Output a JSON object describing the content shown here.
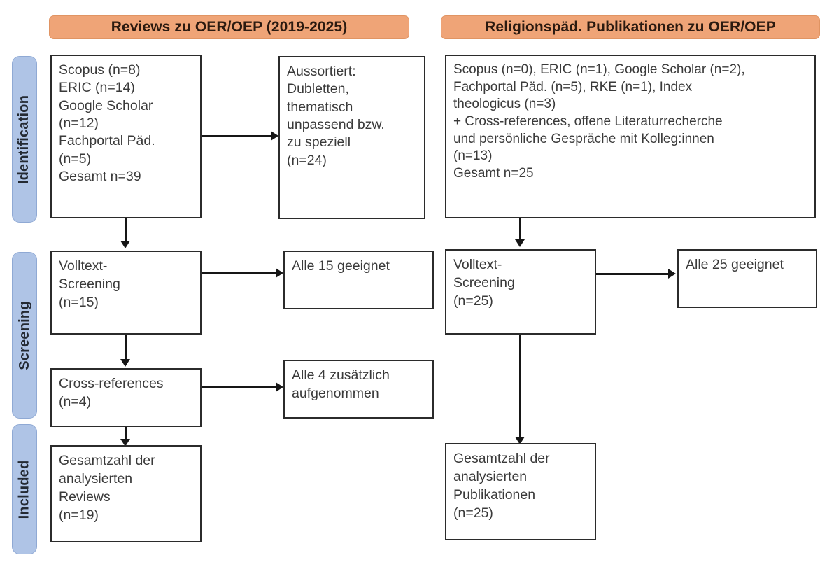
{
  "figure": {
    "type": "prisma-flow-diagram",
    "language": "de"
  },
  "stages": [
    {
      "id": "identification",
      "label": "Identification"
    },
    {
      "id": "screening",
      "label": "Screening"
    },
    {
      "id": "included",
      "label": "Included"
    }
  ],
  "columns": [
    {
      "id": "reviews",
      "header": "Reviews zu OER/OEP (2019-2025)",
      "boxes": {
        "identification_sources": "Scopus (n=8)\nERIC (n=14)\nGoogle Scholar\n(n=12)\nFachportal Päd.\n(n=5)\nGesamt n=39",
        "excluded": "Aussortiert:\nDubletten,\nthematisch\nunpassend bzw.\nzu speziell\n(n=24)",
        "fulltext_screening": "Volltext-\nScreening\n(n=15)",
        "fulltext_result": "Alle 15 geeignet",
        "cross_references": "Cross-references\n(n=4)",
        "cross_references_result": "Alle 4 zusätzlich\naufgenommen",
        "included_total": "Gesamtzahl der\nanalysierten\nReviews\n(n=19)"
      }
    },
    {
      "id": "publications",
      "header": "Religionspäd. Publikationen zu OER/OEP",
      "boxes": {
        "identification_sources": "Scopus (n=0), ERIC (n=1), Google Scholar (n=2),\nFachportal Päd. (n=5), RKE (n=1), Index\ntheologicus (n=3)\n+ Cross-references, offene Literaturrecherche\nund persönliche Gespräche mit Kolleg:innen\n(n=13)\nGesamt n=25",
        "fulltext_screening": "Volltext-\nScreening\n(n=25)",
        "fulltext_result": "Alle 25 geeignet",
        "included_total": "Gesamtzahl der\nanalysierten\nPublikationen\n(n=25)"
      }
    }
  ],
  "colors": {
    "header_fill": "#EFA477",
    "stage_fill": "#AFC4E6",
    "box_border": "#2B2B2B",
    "connector": "#161616",
    "text": "#3A3A3A",
    "background": "#FFFFFF"
  },
  "counts": {
    "reviews_scopus": 8,
    "reviews_eric": 14,
    "reviews_google_scholar": 12,
    "reviews_fachportal": 5,
    "reviews_total_identified": 39,
    "reviews_excluded": 24,
    "reviews_fulltext_screened": 15,
    "reviews_fulltext_eligible": 15,
    "reviews_cross_references": 4,
    "reviews_cross_references_added": 4,
    "reviews_included": 19,
    "pub_scopus": 0,
    "pub_eric": 1,
    "pub_google_scholar": 2,
    "pub_fachportal": 5,
    "pub_rke": 1,
    "pub_index_theologicus": 3,
    "pub_other_sources": 13,
    "pub_total_identified": 25,
    "pub_fulltext_screened": 25,
    "pub_fulltext_eligible": 25,
    "pub_included": 25
  }
}
